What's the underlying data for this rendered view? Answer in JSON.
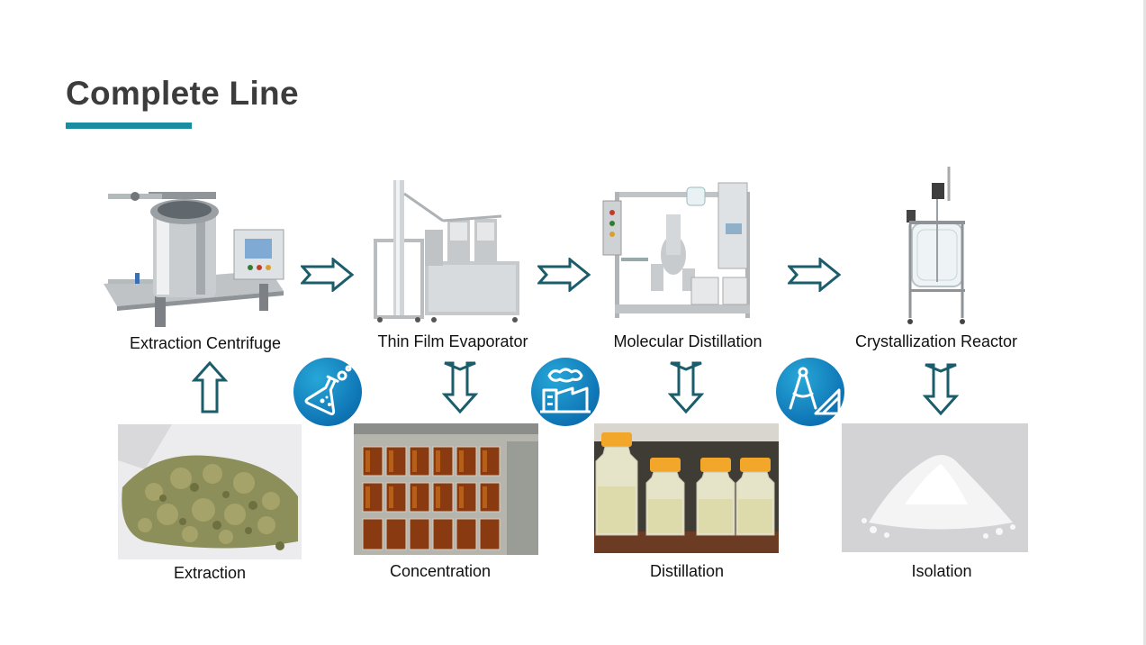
{
  "slide": {
    "title": "Complete Line",
    "accent_color": "#1a8ea0",
    "arrow_color": "#1b5d6b"
  },
  "equipment": [
    {
      "label": "Extraction Centrifuge"
    },
    {
      "label": "Thin Film Evaporator"
    },
    {
      "label": "Molecular Distillation"
    },
    {
      "label": "Crystallization Reactor"
    }
  ],
  "stages": [
    {
      "label": "Extraction"
    },
    {
      "label": "Concentration"
    },
    {
      "label": "Distillation"
    },
    {
      "label": "Isolation"
    }
  ],
  "icons": [
    {
      "name": "flask-icon"
    },
    {
      "name": "factory-icon"
    },
    {
      "name": "drafting-tools-icon"
    }
  ]
}
